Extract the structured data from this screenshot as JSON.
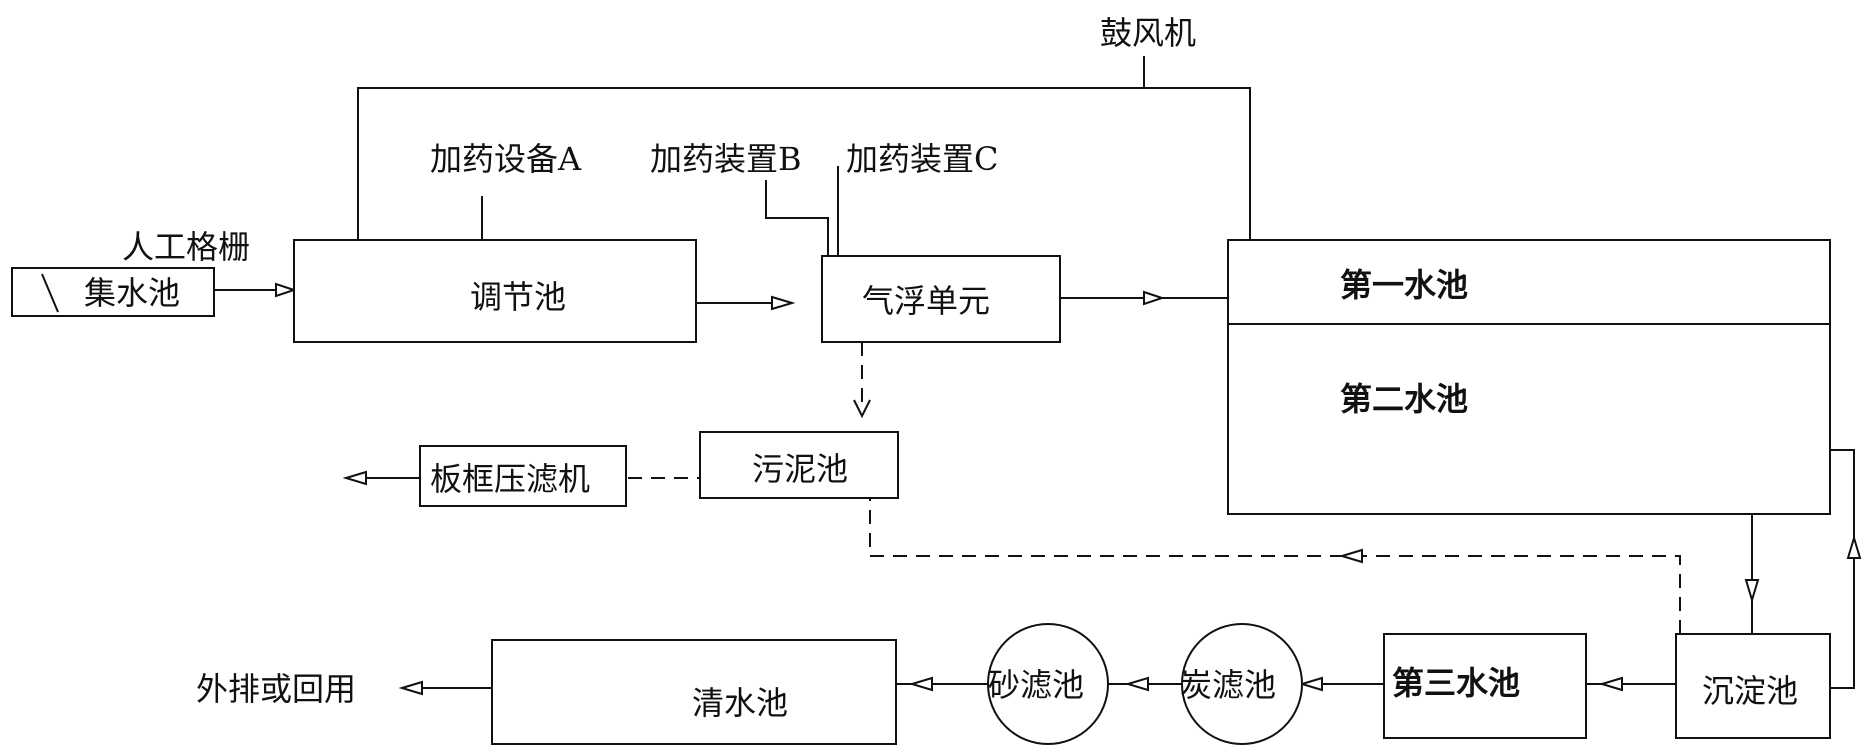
{
  "nodes": {
    "blower": "鼓风机",
    "grille": "人工格栅",
    "collect": "集水池",
    "regulate": "调节池",
    "dosing_a": "加药设备A",
    "dosing_b": "加药装置B",
    "dosing_c": "加药装置C",
    "flotation": "气浮单元",
    "pool1": "第一水池",
    "pool2": "第二水池",
    "sludge": "污泥池",
    "filter_press": "板框压滤机",
    "sediment": "沉淀池",
    "pool3": "第三水池",
    "carbon": "炭滤池",
    "sand": "砂滤池",
    "clear": "清水池",
    "discharge": "外排或回用"
  }
}
